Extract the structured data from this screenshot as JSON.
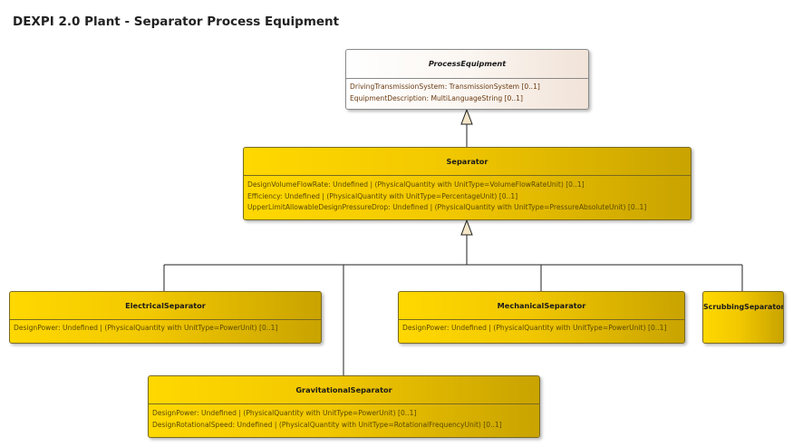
{
  "diagram": {
    "title": "DEXPI 2.0 Plant - Separator Process Equipment"
  },
  "classes": {
    "process_equipment": {
      "name": "ProcessEquipment",
      "attributes": [
        "DrivingTransmissionSystem: TransmissionSystem [0..1]",
        "EquipmentDescription: MultiLanguageString [0..1]"
      ]
    },
    "separator": {
      "name": "Separator",
      "attributes": [
        "DesignVolumeFlowRate: Undefined | (PhysicalQuantity with UnitType=VolumeFlowRateUnit) [0..1]",
        "Efficiency: Undefined | (PhysicalQuantity with UnitType=PercentageUnit) [0..1]",
        "UpperLimitAllowableDesignPressureDrop: Undefined | (PhysicalQuantity with UnitType=PressureAbsoluteUnit) [0..1]"
      ]
    },
    "electrical_separator": {
      "name": "ElectricalSeparator",
      "attributes": [
        "DesignPower: Undefined | (PhysicalQuantity with UnitType=PowerUnit) [0..1]"
      ]
    },
    "mechanical_separator": {
      "name": "MechanicalSeparator",
      "attributes": [
        "DesignPower: Undefined | (PhysicalQuantity with UnitType=PowerUnit) [0..1]"
      ]
    },
    "scrubbing_separator": {
      "name": "ScrubbingSeparator",
      "attributes": []
    },
    "gravitational_separator": {
      "name": "GravitationalSeparator",
      "attributes": [
        "DesignPower: Undefined | (PhysicalQuantity with UnitType=PowerUnit) [0..1]",
        "DesignRotationalSpeed: Undefined | (PhysicalQuantity with UnitType=RotationalFrequencyUnit) [0..1]"
      ]
    }
  },
  "relations": [
    {
      "type": "generalization",
      "from": "Separator",
      "to": "ProcessEquipment"
    },
    {
      "type": "generalization",
      "from": "ElectricalSeparator",
      "to": "Separator"
    },
    {
      "type": "generalization",
      "from": "GravitationalSeparator",
      "to": "Separator"
    },
    {
      "type": "generalization",
      "from": "MechanicalSeparator",
      "to": "Separator"
    },
    {
      "type": "generalization",
      "from": "ScrubbingSeparator",
      "to": "Separator"
    }
  ],
  "colors": {
    "class_fill": "#f2c800",
    "abstract_class_fill": "#fbf6f1",
    "connector": "#222222",
    "arrowhead_fill": "#f5e6c8"
  }
}
